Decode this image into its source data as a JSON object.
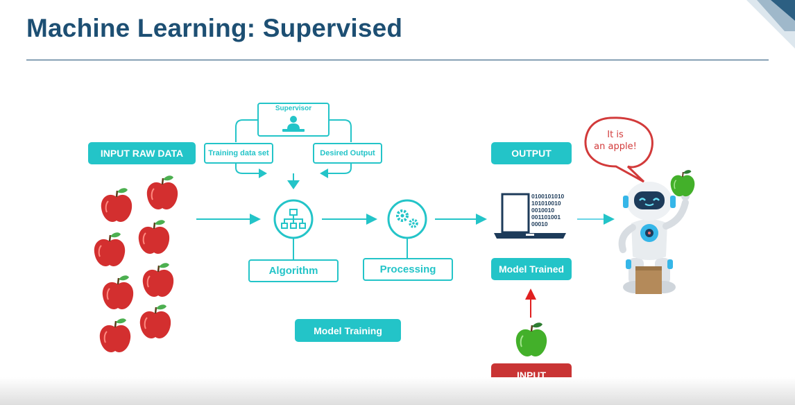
{
  "slide": {
    "title": "Machine Learning: Supervised"
  },
  "labels": {
    "input_raw_data": "INPUT RAW DATA",
    "supervisor": "Supervisor",
    "training_data_set": "Training data set",
    "desired_output": "Desired Output",
    "algorithm": "Algorithm",
    "processing": "Processing",
    "output": "OUTPUT",
    "model_trained": "Model Trained",
    "model_training": "Model Training",
    "input": "INPUT"
  },
  "binary_display": [
    "0100101010",
    "101010010",
    "0010010",
    "001101001",
    "00010"
  ],
  "speech_bubble": {
    "line1": "It is",
    "line2": "an apple!"
  },
  "colors": {
    "teal": "#23c4c8",
    "title_blue": "#1d4f73",
    "apple_red": "#d32f2f",
    "apple_green": "#43b02a",
    "input_red": "#c93434"
  }
}
